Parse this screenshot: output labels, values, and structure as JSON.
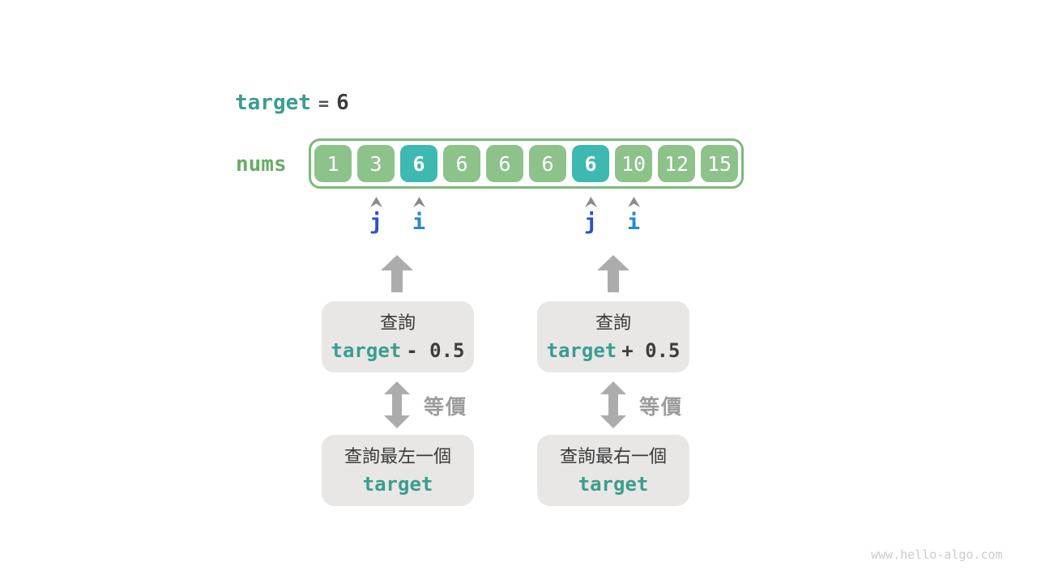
{
  "title": {
    "var": "target",
    "eq": "=",
    "value": "6"
  },
  "array": {
    "label": "nums",
    "cells": [
      {
        "value": "1",
        "highlight": false
      },
      {
        "value": "3",
        "highlight": false
      },
      {
        "value": "6",
        "highlight": true
      },
      {
        "value": "6",
        "highlight": false
      },
      {
        "value": "6",
        "highlight": false
      },
      {
        "value": "6",
        "highlight": false
      },
      {
        "value": "6",
        "highlight": true
      },
      {
        "value": "10",
        "highlight": false
      },
      {
        "value": "12",
        "highlight": false
      },
      {
        "value": "15",
        "highlight": false
      }
    ]
  },
  "pointers": [
    {
      "label": "j",
      "cell_index": 1,
      "color": "#2a51d3"
    },
    {
      "label": "i",
      "cell_index": 2,
      "color": "#2489d3"
    },
    {
      "label": "j",
      "cell_index": 6,
      "color": "#2a51d3"
    },
    {
      "label": "i",
      "cell_index": 7,
      "color": "#2489d3"
    }
  ],
  "left_flow": {
    "query_line1": "查詢",
    "query_var": "target",
    "query_op": "- 0.5",
    "equiv_label": "等價",
    "result_line1": "查詢最左一個",
    "result_line2": "target"
  },
  "right_flow": {
    "query_line1": "查詢",
    "query_var": "target",
    "query_op": "+ 0.5",
    "equiv_label": "等價",
    "result_line1": "查詢最右一個",
    "result_line2": "target"
  },
  "watermark": "www.hello-algo.com",
  "colors": {
    "cell_green": "#8dc28b",
    "cell_teal": "#3eb9b1",
    "array_border_green": "#7cb97a",
    "nums_label_green": "#68ac66",
    "code_teal": "#3b9d8f",
    "text_dark": "#3d3d3d",
    "box_gray": "#e8e7e6",
    "arrow_gray": "#acacac",
    "equiv_gray": "#9c9c9c",
    "pointer_j_blue": "#2a51d3",
    "pointer_i_blue": "#2489d3",
    "watermark_gray": "#cbcbcb"
  }
}
